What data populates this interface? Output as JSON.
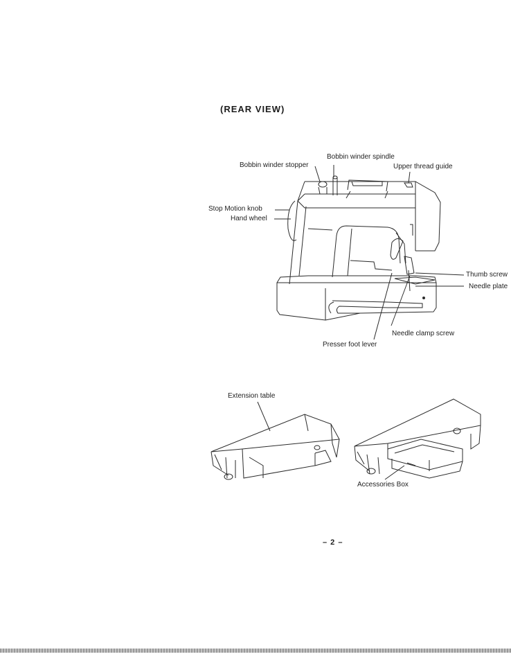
{
  "heading": "(REAR VIEW)",
  "machine_labels": {
    "bobbin_winder_spindle": "Bobbin winder spindle",
    "bobbin_winder_stopper": "Bobbin winder stopper",
    "upper_thread_guide": "Upper thread guide",
    "stop_motion_knob": "Stop Motion knob",
    "hand_wheel": "Hand wheel",
    "thumb_screw": "Thumb screw",
    "needle_plate": "Needle plate",
    "needle_clamp_screw": "Needle clamp screw",
    "presser_foot_lever": "Presser foot lever"
  },
  "accessory_labels": {
    "extension_table": "Extension table",
    "accessories_box": "Accessories Box"
  },
  "page_number": "– 2 –"
}
